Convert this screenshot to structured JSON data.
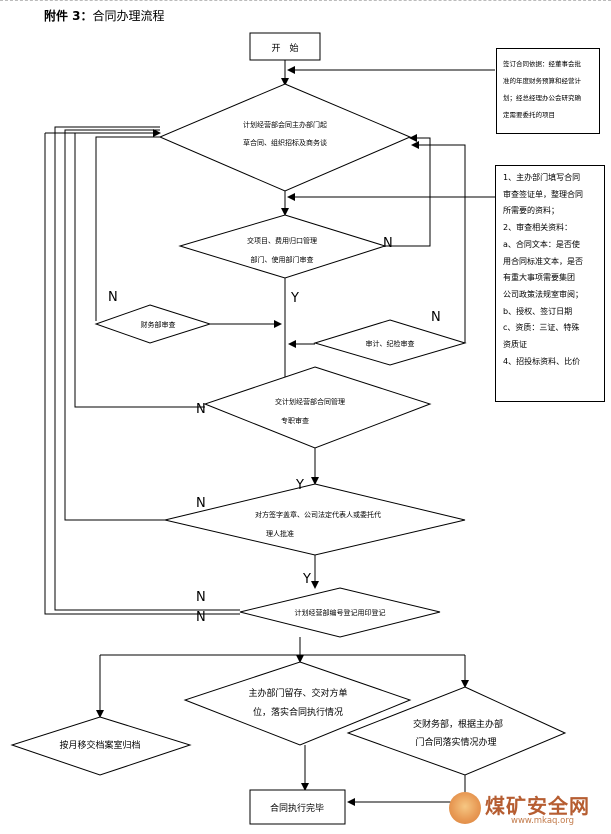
{
  "header": {
    "attachment": "附件 3：",
    "title": "合同办理流程"
  },
  "nodes": {
    "start": "开　始",
    "draft": [
      "计划经营部会同主办部门起",
      "草合同、组织招标及商务谈"
    ],
    "dept_review": [
      "交项目、费用归口管理",
      "部门、使用部门审查"
    ],
    "finance_review": "财务部审查",
    "audit_review": "审计、纪检审查",
    "legal_review": [
      "交计划经营部合同管理",
      "专职审查"
    ],
    "sign": [
      "对方签字盖章、公司法定代表人或委托代",
      "理人批准"
    ],
    "register": "计划经营部编号登记用印登记",
    "archive": "按月移交档案室归档",
    "execute": [
      "主办部门留存、交对方单",
      "位，落实合同执行情况"
    ],
    "finance_pay": [
      "交财务部，根据主办部",
      "门合同落实情况办理"
    ],
    "end": "合同执行完毕"
  },
  "notes": {
    "basis": [
      "签订合同依据：经董事会批",
      "准的年度财务预算和经营计",
      "划；经总经理办公会研究确",
      "定需要委托的项目"
    ],
    "materials": [
      "1、主办部门填写合同",
      "审查签证单，整理合同",
      "所需要的资料；",
      "2、审查相关资料：",
      "a、合同文本：是否使",
      "用合同标准文本，是否",
      "有重大事项需要集团",
      "公司政策法规室审阅；",
      "b、授权、签订日期",
      "c、资质：三证、特殊",
      "资质证",
      "4、招投标资料、比价"
    ]
  },
  "labels": {
    "n1": "N",
    "y1": "Y",
    "n2": "N",
    "n3": "N",
    "n4": "N",
    "y2": "Y",
    "n5": "N",
    "y3": "Y",
    "n6": "N",
    "n7": "N"
  },
  "watermark": {
    "name": "煤矿安全网",
    "url": "www.mkaq.org"
  }
}
